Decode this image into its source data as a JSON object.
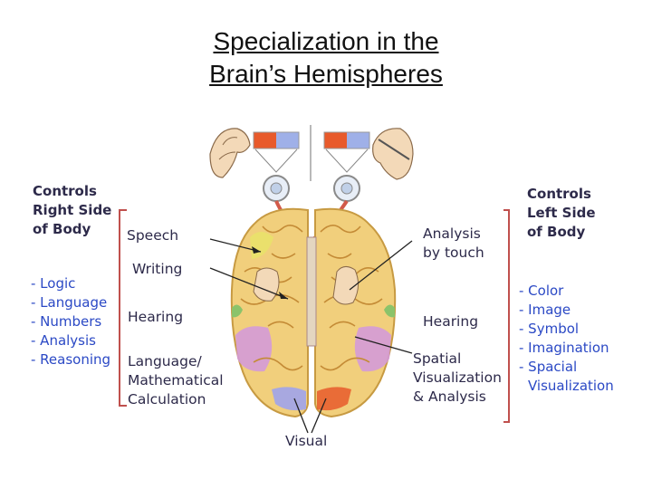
{
  "title": {
    "line1": "Specialization in the",
    "line2": "Brain’s Hemispheres"
  },
  "left_side": {
    "heading": [
      "Controls",
      "Right Side",
      "of Body"
    ],
    "items": [
      "- Logic",
      "- Language",
      "- Numbers",
      "- Analysis",
      "- Reasoning"
    ]
  },
  "right_side": {
    "heading": [
      "Controls",
      "Left Side",
      "of Body"
    ],
    "items": [
      "- Color",
      "- Image",
      "- Symbol",
      "- Imagination",
      "- Spacial",
      "Visualization"
    ]
  },
  "left_labels": {
    "speech": "Speech",
    "writing": "Writing",
    "hearing": "Hearing",
    "language": [
      "Language/",
      "Mathematical",
      "Calculation"
    ]
  },
  "right_labels": {
    "analysis": [
      "Analysis",
      "by touch"
    ],
    "hearing": "Hearing",
    "spatial": [
      "Spatial",
      "Visualization",
      "& Analysis"
    ]
  },
  "bottom_label": "Visual",
  "colors": {
    "list_text": "#2b49c5",
    "bracket": "#c0504d",
    "brain_fill": "#f1cf7c",
    "brain_fold": "#d4a04a",
    "occipital": "#a8a8e0",
    "temporal": "#d49ad8",
    "motor": "#e9e36a",
    "eye_box_red": "#e85a2b",
    "eye_box_blue": "#9fb0e8"
  }
}
